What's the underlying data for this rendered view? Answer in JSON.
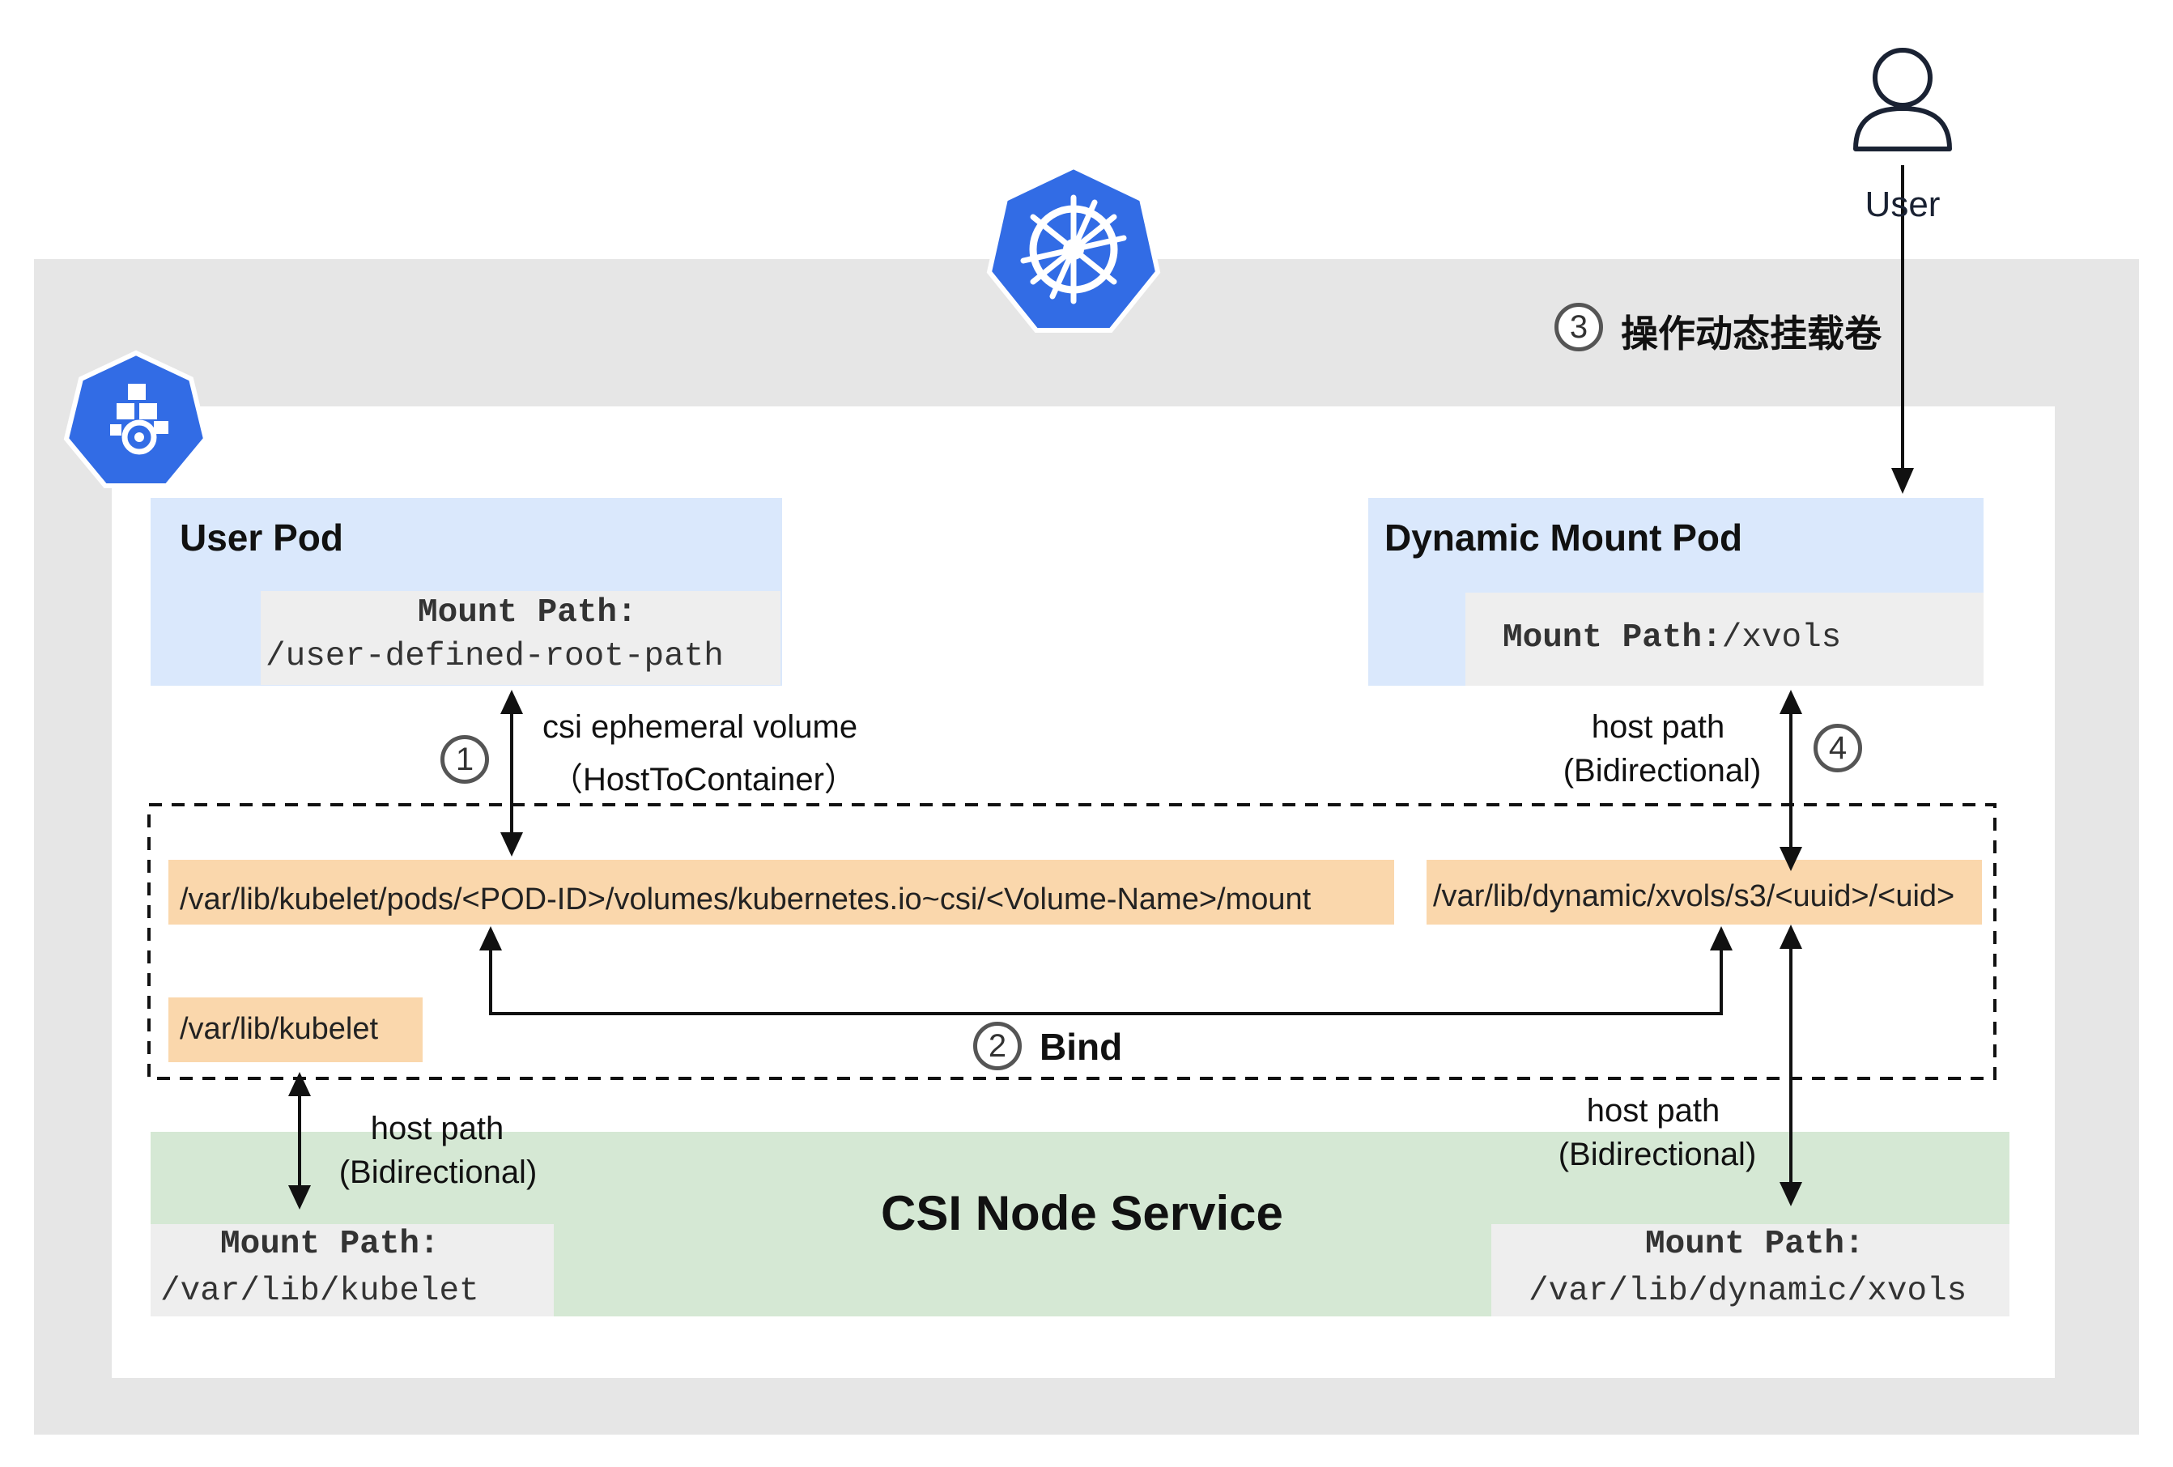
{
  "user": {
    "label": "User"
  },
  "steps": {
    "s1": {
      "number": "1",
      "label_line1": "csi ephemeral volume",
      "label_line2": "（HostToContainer）"
    },
    "s2": {
      "number": "2",
      "label": "Bind"
    },
    "s3": {
      "number": "3",
      "label": "操作动态挂载卷"
    },
    "s4": {
      "number": "4",
      "label_line1": "host path",
      "label_line2": "(Bidirectional)"
    }
  },
  "user_pod": {
    "title": "User Pod",
    "mount_key": "Mount Path:",
    "mount_value": "/user-defined-root-path"
  },
  "dynamic_mount_pod": {
    "title": "Dynamic Mount Pod",
    "mount_key": "Mount Path:",
    "mount_value": "/xvols"
  },
  "host_paths": {
    "kubelet_pods": "/var/lib/kubelet/pods/<POD-ID>/volumes/kubernetes.io~csi/<Volume-Name>/mount",
    "dynamic_xvols": "/var/lib/dynamic/xvols/s3/<uuid>/<uid>",
    "kubelet": "/var/lib/kubelet"
  },
  "csi_node_service": {
    "title": "CSI Node Service",
    "left_mount_key": "Mount Path:",
    "left_mount_value": "/var/lib/kubelet",
    "right_mount_key": "Mount Path:",
    "right_mount_value": "/var/lib/dynamic/xvols",
    "left_link_line1": "host path",
    "left_link_line2": "(Bidirectional)",
    "right_link_line1": "host path",
    "right_link_line2": "(Bidirectional)"
  },
  "colors": {
    "pod_fill": "#dae8fc",
    "mount_fill": "#eeeeee",
    "path_fill": "#fad7ac",
    "service_fill": "#d5e8d4",
    "k8s_blue": "#326ce5"
  },
  "icons": {
    "kubernetes": "kubernetes-helm-icon",
    "node": "kubernetes-node-icon",
    "user": "user-icon"
  }
}
